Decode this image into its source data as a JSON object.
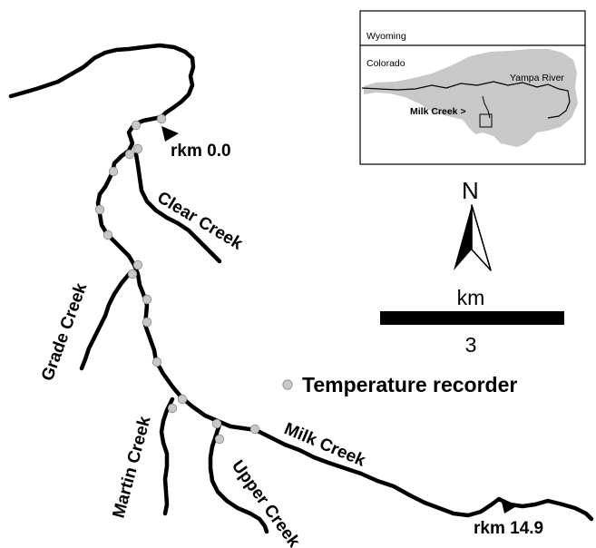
{
  "colors": {
    "stream": "#000000",
    "recorder": "#c8c8c8",
    "basin": "#c8c8c8",
    "ink": "#000000"
  },
  "streams": {
    "milk": "Milk Creek",
    "clear": "Clear Creek",
    "grade": "Grade Creek",
    "martin": "Martin Creek",
    "upper": "Upper Creek"
  },
  "river_km": {
    "start": "rkm 0.0",
    "end": "rkm 14.9"
  },
  "inset": {
    "state_north": "Wyoming",
    "state_south": "Colorado",
    "river": "Yampa River",
    "creek_pointer": "Milk Creek >"
  },
  "north_arrow": {
    "label": "N",
    "icon": "north-arrow-icon"
  },
  "scale_bar": {
    "unit": "km",
    "value": "3"
  },
  "legend": {
    "recorder_label": "Temperature recorder",
    "icon": "temperature-recorder-dot"
  },
  "temperature_recorders": {
    "count_shown": 17
  }
}
